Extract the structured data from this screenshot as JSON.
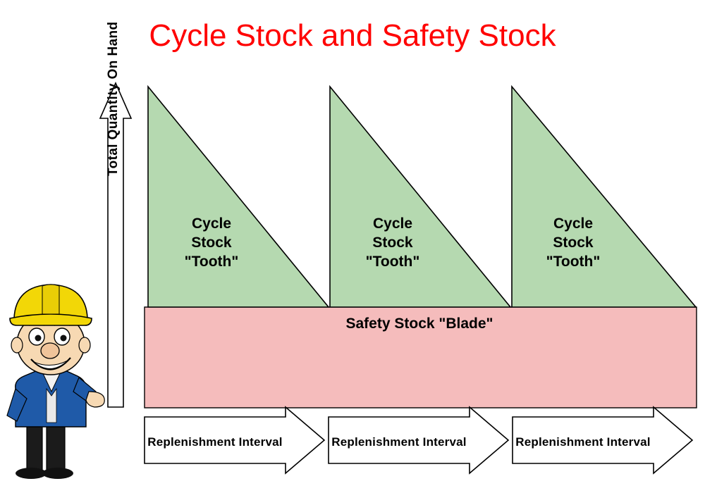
{
  "title": "Cycle Stock and Safety Stock",
  "colors": {
    "title": "#ff0000",
    "cycle_stock_fill": "#b5d9b0",
    "cycle_stock_stroke": "#000000",
    "safety_stock_fill": "#f5bcbc",
    "safety_stock_stroke": "#000000",
    "arrow_fill": "#ffffff",
    "arrow_stroke": "#000000",
    "helmet": "#f2d707",
    "jacket": "#1f5aa8",
    "skin": "#f7d9b3"
  },
  "axis": {
    "y_label": "Total Quantity On Hand"
  },
  "chart_data": {
    "type": "area",
    "title": "Cycle Stock and Safety Stock",
    "xlabel": "",
    "ylabel": "Total Quantity On Hand",
    "grid": false,
    "legend": "none",
    "series": [
      {
        "name": "Safety Stock \"Blade\"",
        "type": "constant-band",
        "value": 0.45,
        "fill": "#f5bcbc"
      },
      {
        "name": "Cycle Stock \"Tooth\"",
        "type": "sawtooth",
        "cycles": 3,
        "peak": 1.0,
        "trough": 0.45,
        "fill": "#b5d9b0"
      }
    ]
  },
  "teeth": [
    {
      "line1": "Cycle",
      "line2": "Stock",
      "line3": "\"Tooth\""
    },
    {
      "line1": "Cycle",
      "line2": "Stock",
      "line3": "\"Tooth\""
    },
    {
      "line1": "Cycle",
      "line2": "Stock",
      "line3": "\"Tooth\""
    }
  ],
  "safety_stock": {
    "label": "Safety Stock \"Blade\""
  },
  "intervals": [
    {
      "label": "Replenishment Interval"
    },
    {
      "label": "Replenishment Interval"
    },
    {
      "label": "Replenishment Interval"
    }
  ],
  "mascot": {
    "name": "cartoon-worker-mascot"
  }
}
